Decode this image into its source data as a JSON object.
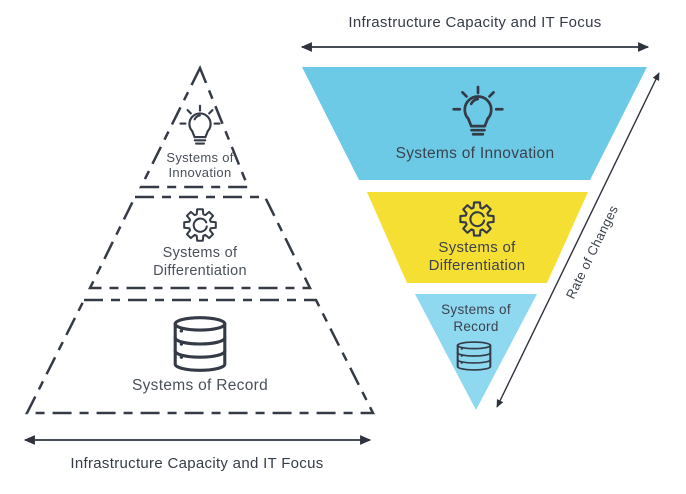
{
  "colors": {
    "innovation_blue": "#6CCAE7",
    "differentiation_yellow": "#F6DF33",
    "record_blue": "#8ED8F0",
    "ink": "#343B46"
  },
  "icons": {
    "innovation": "lightbulb-icon",
    "differentiation": "gear-icon",
    "record": "database-icon"
  },
  "left_pyramid": {
    "tiers": [
      {
        "label_line1": "Systems of",
        "label_line2": "Innovation"
      },
      {
        "label_line1": "Systems of",
        "label_line2": "Differentiation"
      },
      {
        "label": "Systems of Record"
      }
    ],
    "axis_label": "Infrastructure Capacity and IT Focus"
  },
  "right_funnel": {
    "title": "Infrastructure Capacity and IT Focus",
    "sections": [
      {
        "label": "Systems of Innovation",
        "color": "#6CCAE7"
      },
      {
        "label_line1": "Systems of",
        "label_line2": "Differentiation",
        "color": "#F6DF33"
      },
      {
        "label_line1": "Systems of",
        "label_line2": "Record",
        "color": "#8ED8F0"
      }
    ],
    "rate_label": "Rate of Changes"
  }
}
